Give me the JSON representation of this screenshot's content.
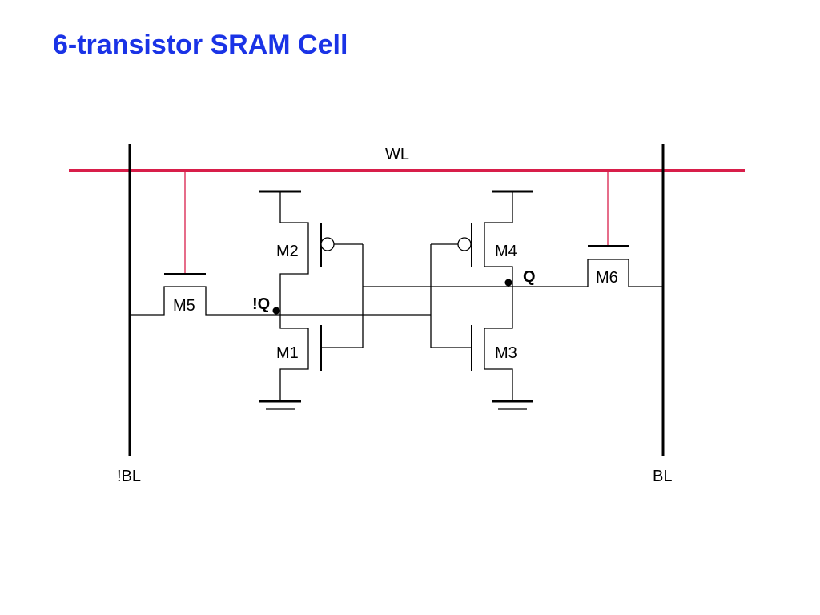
{
  "slide": {
    "title": "6-transistor SRAM Cell",
    "title_color": "#1a33e6"
  },
  "diagram": {
    "wordline_label": "WL",
    "wordline_color": "#d81e4a",
    "bitline_left_label": "!BL",
    "bitline_right_label": "BL",
    "node_left_label": "!Q",
    "node_right_label": "Q",
    "transistors": {
      "m1": "M1",
      "m2": "M2",
      "m3": "M3",
      "m4": "M4",
      "m5": "M5",
      "m6": "M6"
    },
    "wire_color": "#000000"
  }
}
